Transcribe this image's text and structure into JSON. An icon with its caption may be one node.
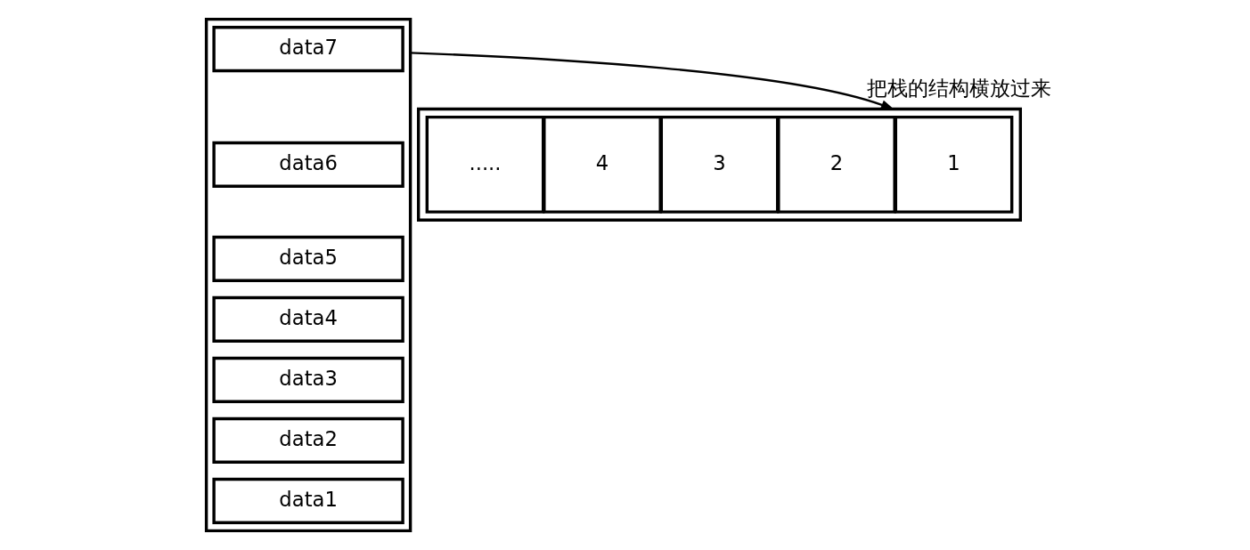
{
  "diagram": {
    "nodes": [
      {
        "text": [],
        "shape": "box"
      },
      {
        "text": [
          "data7"
        ],
        "in": 0
      },
      {
        "text": [
          "data6"
        ],
        "in": 0
      },
      {
        "text": [
          "data5"
        ],
        "in": 0
      },
      {
        "text": [
          "data4"
        ],
        "in": 0
      },
      {
        "text": [
          "data3"
        ],
        "in": 0
      },
      {
        "text": [
          "data2"
        ],
        "in": 0
      },
      {
        "text": [
          "data1"
        ],
        "in": 0
      },
      {
        "text": [],
        "shape": "box"
      },
      {
        "text": [
          "1"
        ],
        "in": 8
      },
      {
        "text": [
          "2"
        ],
        "in": 8
      },
      {
        "text": [
          "3"
        ],
        "in": 8
      },
      {
        "text": [
          "4"
        ],
        "in": 8
      },
      {
        "text": [
          "....."
        ],
        "in": 8
      }
    ],
    "edges": [
      {
        "from": 0,
        "to": 8,
        "arrow": "to",
        "label": "把栈的结构横放过来"
      }
    ]
  }
}
